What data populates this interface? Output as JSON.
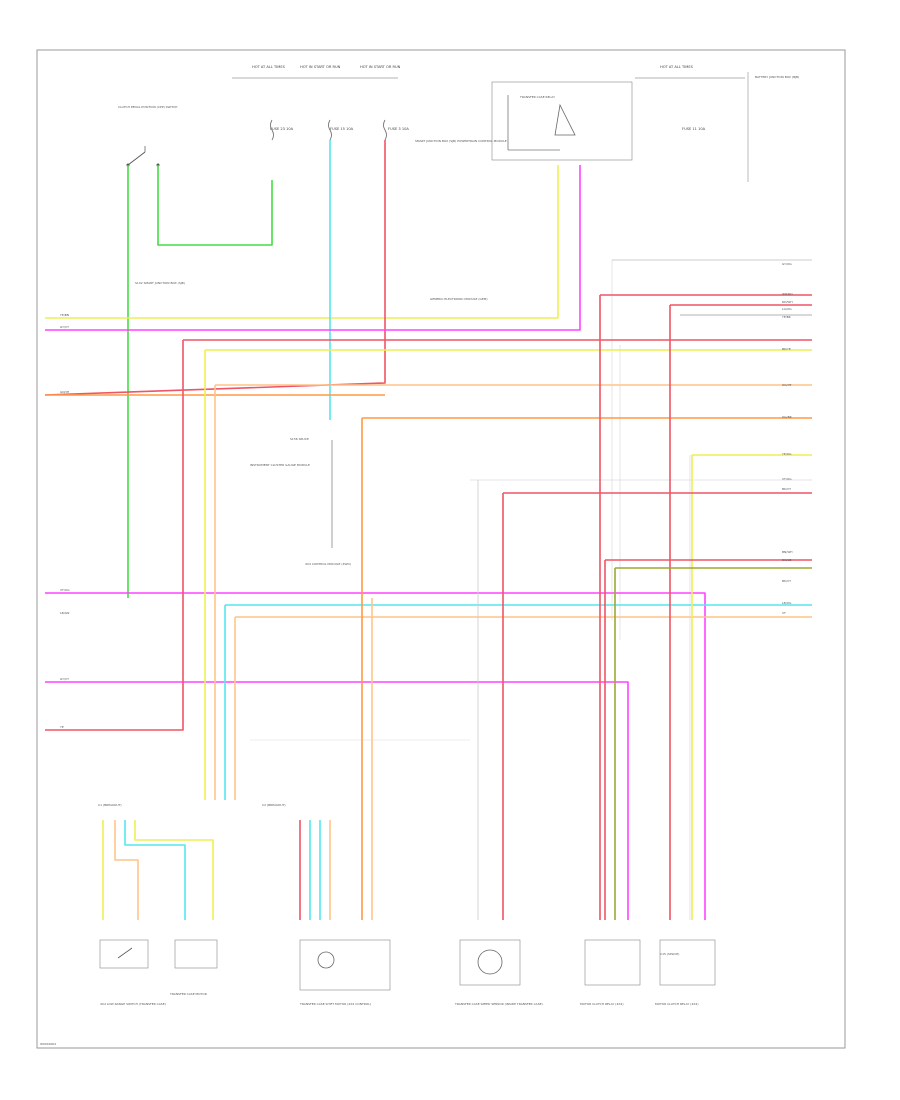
{
  "footer": {
    "code": "W0000001"
  },
  "colors": {
    "green": "#44dd44",
    "cyan": "#55e6ee",
    "red": "#ee5566",
    "pink": "#ff44ff",
    "yellow": "#eeee55",
    "orange": "#ff9944",
    "peach": "#ffc488",
    "olive": "#99aa33",
    "gray": "#999999",
    "border": "#9a9a9a"
  },
  "top_labels": [
    "HOT AT ALL TIMES",
    "HOT IN START OR RUN",
    "HOT IN START OR RUN",
    "HOT AT ALL TIMES",
    "BATTERY JUNCTION BOX (BJB)"
  ],
  "fuse_labels": [
    "FUSE 23 10A",
    "FUSE 15 10A",
    "FUSE 3 10A",
    "FUSE 11 10A"
  ],
  "callouts": {
    "clutch_switch": "CLUTCH PEDAL POSITION (CPP) SWITCH",
    "splice_note": "S102 SMART JUNCTION BOX (SJB)",
    "sjb_note": "SMART JUNCTION BOX (SJB) POWERTRAIN CONTROL MODULE",
    "trans_relay": "TRANSFER CASE RELAY",
    "gem": "GENERIC ELECTRONIC MODULE (GEM)",
    "mid_module": "4X4 CONTROL MODULE (4WD)",
    "mid_splice": "S156 SPLICE",
    "mid_block": "INSTRUMENT CLUSTER GAUGE MODULE"
  },
  "right_labels": [
    "GY/OG",
    "WH/RD",
    "RD/WH",
    "LG/OG",
    "YE/BK",
    "BK/YE",
    "OG/YE",
    "OG/BK",
    "YE/OG",
    "VT/OG",
    "BK/VT",
    "BN/WH",
    "OG/LB",
    "BK/VT",
    "LB/OG",
    "VT"
  ],
  "left_labels": [
    "YE/BN",
    "GY/VT",
    "GN/YE",
    "VT/OG",
    "LB/GN",
    "GY/VT",
    "YE"
  ],
  "components": [
    {
      "name": "4X4 LOW RANGE SWITCH (TRANSFER CASE)"
    },
    {
      "name": "TRANSFER CASE MOTOR"
    },
    {
      "name": "TRANSFER CASE SHIFT MOTOR (4X4 CONTROL)"
    },
    {
      "name": "TRANSFER CASE SPEED SENSOR (INSIDE TRANSFER CASE)"
    },
    {
      "name": "MOTOR CLUTCH RELAY (4X4)"
    },
    {
      "name": "MOTOR CLUTCH RELAY (4X4)"
    }
  ],
  "connector_labels": [
    "C1 (BREAKOUT)",
    "C2 (BREAKOUT)",
    "C15 (SPLICE)"
  ]
}
